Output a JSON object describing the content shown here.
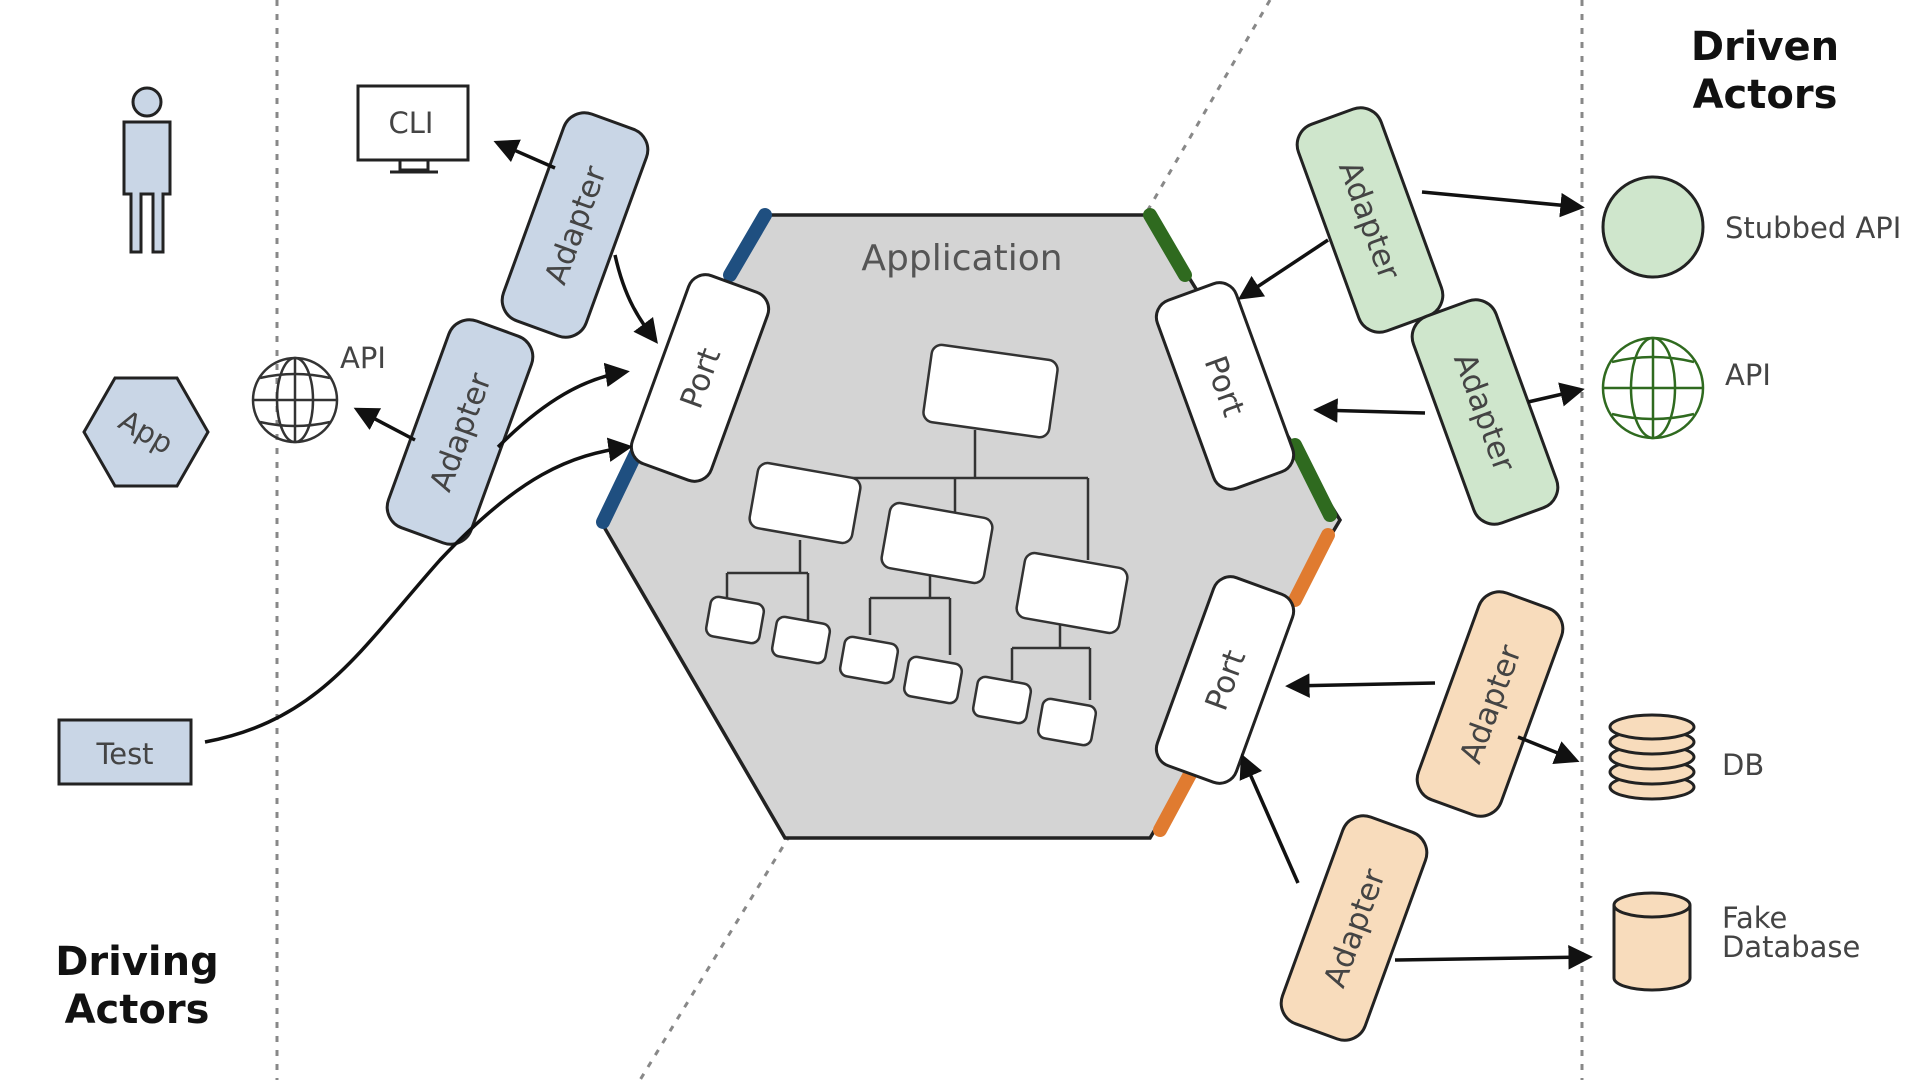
{
  "driving": {
    "title_line1": "Driving",
    "title_line2": "Actors",
    "app_label": "App",
    "test_label": "Test",
    "cli_label": "CLI",
    "api_label": "API"
  },
  "driven": {
    "title_line1": "Driven",
    "title_line2": "Actors",
    "stubbed_api_label": "Stubbed API",
    "api_label": "API",
    "db_label": "DB",
    "fake_db_line1": "Fake",
    "fake_db_line2": "Database"
  },
  "core": {
    "title": "Application",
    "port_label": "Port",
    "adapter_label": "Adapter"
  },
  "colors": {
    "driving_fill": "#c9d6e6",
    "driven_stub_fill": "#cfe6cc",
    "driven_db_fill": "#f8dcbc",
    "hexagon_fill": "#d4d4d4",
    "blue_accent": "#1f4f80",
    "green_accent": "#2f6a1f",
    "orange_accent": "#e07b30"
  },
  "icons": [
    "person-icon",
    "monitor-icon",
    "globe-icon",
    "database-stack-icon",
    "cylinder-icon",
    "org-chart-icon"
  ]
}
